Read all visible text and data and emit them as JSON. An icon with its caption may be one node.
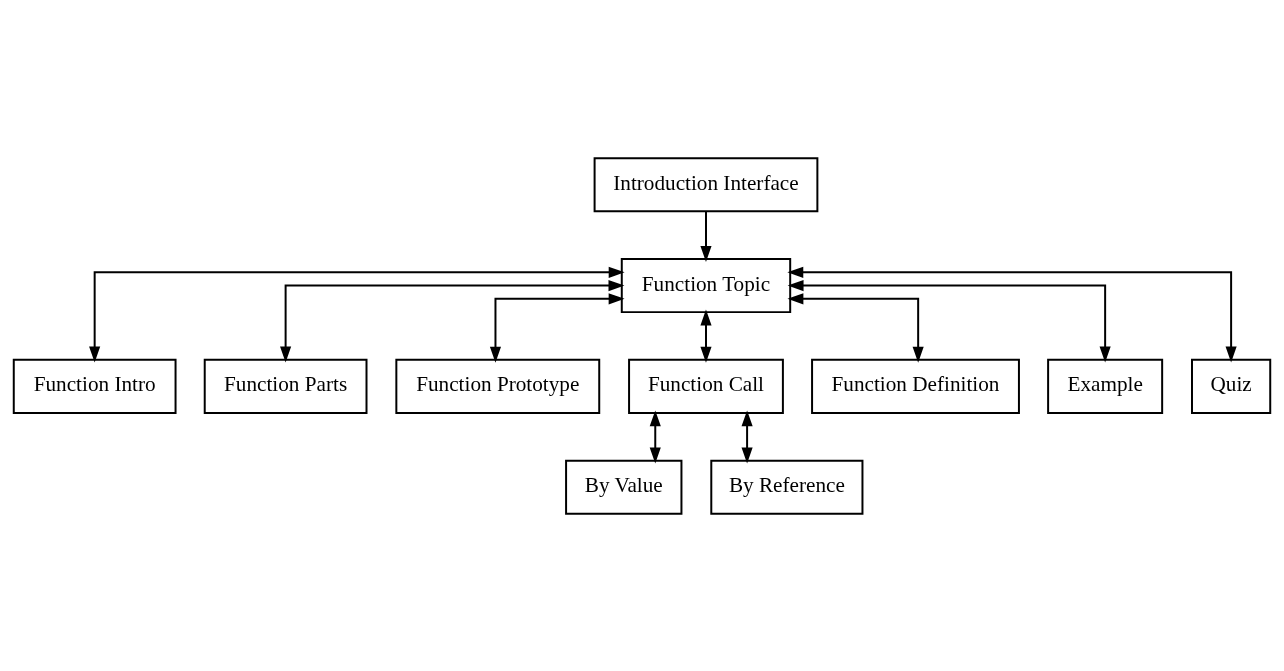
{
  "diagram": {
    "nodes": [
      {
        "text": [
          "Introduction Interface"
        ]
      },
      {
        "text": [
          "Function Topic"
        ]
      },
      {
        "text": [
          "Function Intro"
        ]
      },
      {
        "text": [
          "Function Parts"
        ]
      },
      {
        "text": [
          "Function Prototype"
        ]
      },
      {
        "text": [
          "Function Call"
        ]
      },
      {
        "text": [
          "Function Definition"
        ]
      },
      {
        "text": [
          "Example"
        ]
      },
      {
        "text": [
          "Quiz"
        ]
      },
      {
        "text": [
          "By Value"
        ]
      },
      {
        "text": [
          "By Reference"
        ]
      }
    ],
    "edges": [
      {
        "from": 0,
        "to": 1,
        "arrow": "to"
      },
      {
        "from": 1,
        "to": 2,
        "arrow": "both"
      },
      {
        "from": 1,
        "to": 3,
        "arrow": "both"
      },
      {
        "from": 1,
        "to": 4,
        "arrow": "both"
      },
      {
        "from": 1,
        "to": 5,
        "arrow": "both"
      },
      {
        "from": 1,
        "to": 6,
        "arrow": "both"
      },
      {
        "from": 1,
        "to": 7,
        "arrow": "both"
      },
      {
        "from": 1,
        "to": 8,
        "arrow": "both"
      },
      {
        "from": 5,
        "to": 9,
        "arrow": "both"
      },
      {
        "from": 5,
        "to": 10,
        "arrow": "both"
      }
    ]
  }
}
